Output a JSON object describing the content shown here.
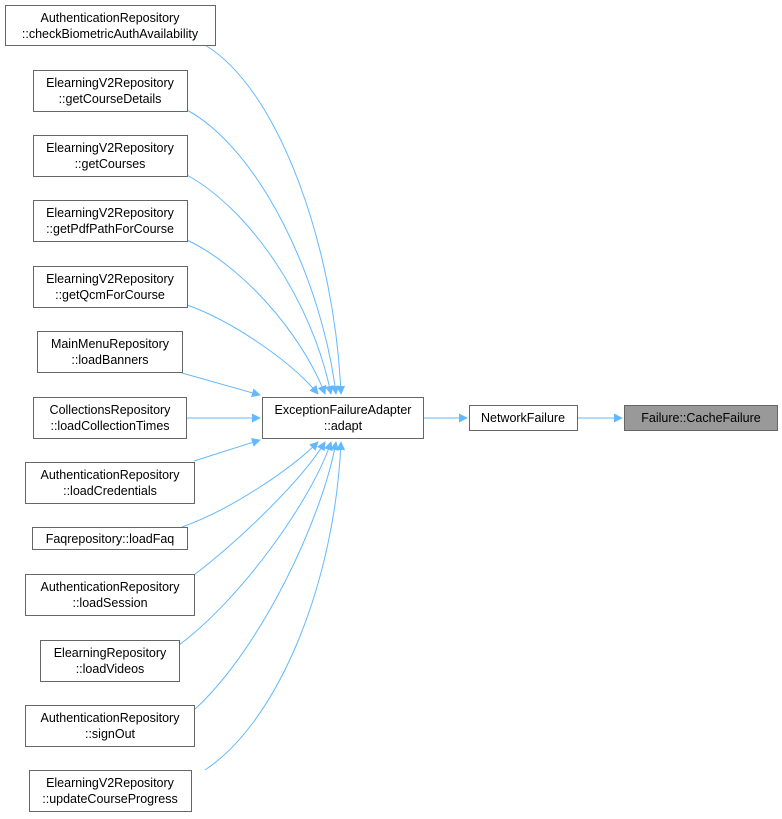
{
  "callers": [
    {
      "l1": "AuthenticationRepository",
      "l2": "::checkBiometricAuthAvailability"
    },
    {
      "l1": "ElearningV2Repository",
      "l2": "::getCourseDetails"
    },
    {
      "l1": "ElearningV2Repository",
      "l2": "::getCourses"
    },
    {
      "l1": "ElearningV2Repository",
      "l2": "::getPdfPathForCourse"
    },
    {
      "l1": "ElearningV2Repository",
      "l2": "::getQcmForCourse"
    },
    {
      "l1": "MainMenuRepository",
      "l2": "::loadBanners"
    },
    {
      "l1": "CollectionsRepository",
      "l2": "::loadCollectionTimes"
    },
    {
      "l1": "AuthenticationRepository",
      "l2": "::loadCredentials"
    },
    {
      "l1": "Faqrepository::loadFaq"
    },
    {
      "l1": "AuthenticationRepository",
      "l2": "::loadSession"
    },
    {
      "l1": "ElearningRepository",
      "l2": "::loadVideos"
    },
    {
      "l1": "AuthenticationRepository",
      "l2": "::signOut"
    },
    {
      "l1": "ElearningV2Repository",
      "l2": "::updateCourseProgress"
    }
  ],
  "adapter": {
    "l1": "ExceptionFailureAdapter",
    "l2": "::adapt"
  },
  "network": {
    "l1": "NetworkFailure"
  },
  "cache": {
    "l1": "Failure::CacheFailure"
  },
  "colors": {
    "edge": "#63b8ff",
    "focus_fill": "#999999",
    "border": "#666666"
  }
}
